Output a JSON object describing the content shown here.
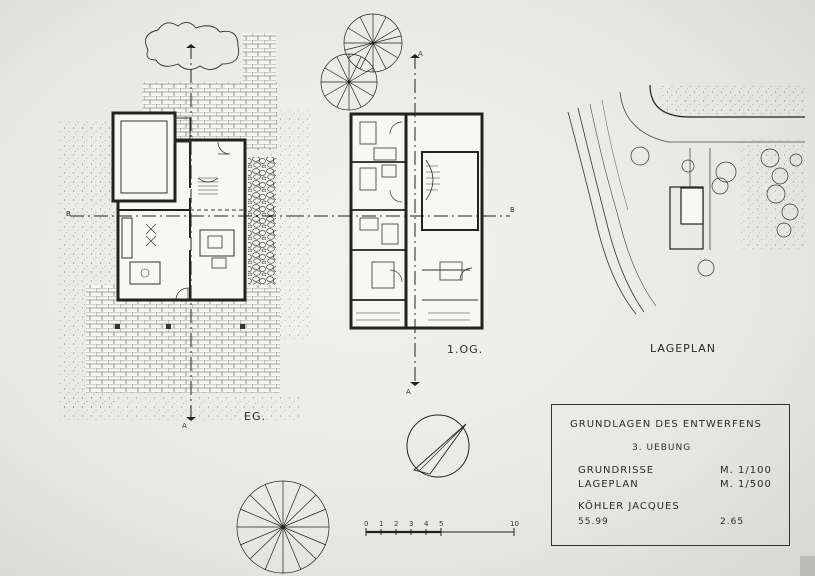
{
  "labels": {
    "ground_floor": "EG.",
    "upper_floor": "1.OG.",
    "site_plan": "LAGEPLAN",
    "section_marker": "A",
    "section_marker_b": "B"
  },
  "title_block": {
    "title": "GRUNDLAGEN DES ENTWERFENS",
    "exercise": "3. UEBUNG",
    "rows": [
      {
        "label": "GRUNDRISSE",
        "value": "M. 1/100"
      },
      {
        "label": "LAGEPLAN",
        "value": "M. 1/500"
      }
    ],
    "author": "KÖHLER JACQUES",
    "number": "55.99",
    "date": "2.65"
  },
  "scale_bar": {
    "ticks": [
      "0",
      "1",
      "2",
      "3",
      "4",
      "5",
      "10"
    ]
  },
  "colors": {
    "paper": "#ecece8",
    "ink": "#2a2a2a"
  }
}
